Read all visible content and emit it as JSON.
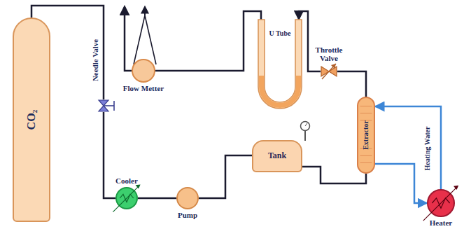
{
  "diagram": {
    "nodes": [
      {
        "text": [
          "CO₂"
        ]
      },
      {
        "text": [
          "Needle Valve"
        ]
      },
      {
        "text": [
          "Flow Metter"
        ]
      },
      {
        "text": [
          "U Tube"
        ]
      },
      {
        "text": [
          "Throttle Valve"
        ]
      },
      {
        "text": [
          "Extractor"
        ]
      },
      {
        "text": [
          "Cooler"
        ]
      },
      {
        "text": [
          "Pump"
        ]
      },
      {
        "text": [
          "Tank"
        ]
      },
      {
        "text": [
          "Heater"
        ]
      }
    ],
    "edges": [
      {
        "from": 0,
        "to": 1,
        "arrow": "none"
      },
      {
        "from": 1,
        "to": 6,
        "arrow": "none"
      },
      {
        "from": 6,
        "to": 7,
        "arrow": "none"
      },
      {
        "from": 7,
        "to": 8,
        "arrow": "none"
      },
      {
        "from": 8,
        "to": 5,
        "arrow": "none"
      },
      {
        "from": 5,
        "to": 4,
        "arrow": "none"
      },
      {
        "from": 4,
        "to": 3,
        "arrow": "to"
      },
      {
        "from": 3,
        "to": 2,
        "arrow": "none"
      },
      {
        "from": 9,
        "to": 5,
        "label": "Heating Water",
        "arrow": "to"
      },
      {
        "from": 5,
        "to": 9,
        "arrow": "to"
      }
    ]
  }
}
